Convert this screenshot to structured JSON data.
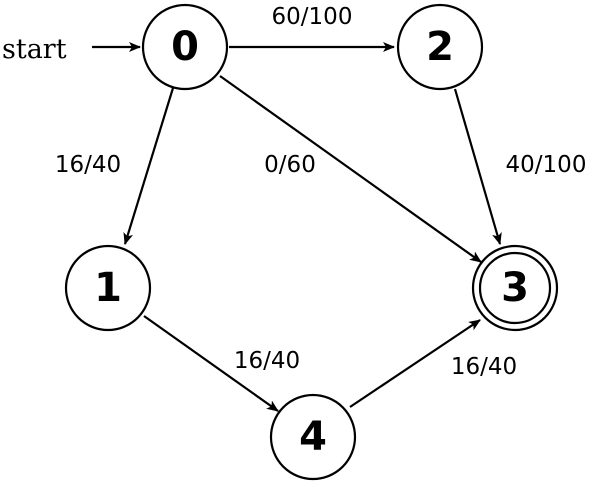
{
  "start_label": "start",
  "nodes": [
    {
      "id": "0",
      "label": "0",
      "accepting": false
    },
    {
      "id": "1",
      "label": "1",
      "accepting": false
    },
    {
      "id": "2",
      "label": "2",
      "accepting": false
    },
    {
      "id": "3",
      "label": "3",
      "accepting": true
    },
    {
      "id": "4",
      "label": "4",
      "accepting": false
    }
  ],
  "edges": [
    {
      "from": "0",
      "to": "2",
      "label": "60/100"
    },
    {
      "from": "0",
      "to": "1",
      "label": "16/40"
    },
    {
      "from": "0",
      "to": "3",
      "label": "0/60"
    },
    {
      "from": "2",
      "to": "3",
      "label": "40/100"
    },
    {
      "from": "1",
      "to": "4",
      "label": "16/40"
    },
    {
      "from": "4",
      "to": "3",
      "label": "16/40"
    }
  ],
  "colors": {
    "stroke": "#000000",
    "fill": "#ffffff"
  }
}
